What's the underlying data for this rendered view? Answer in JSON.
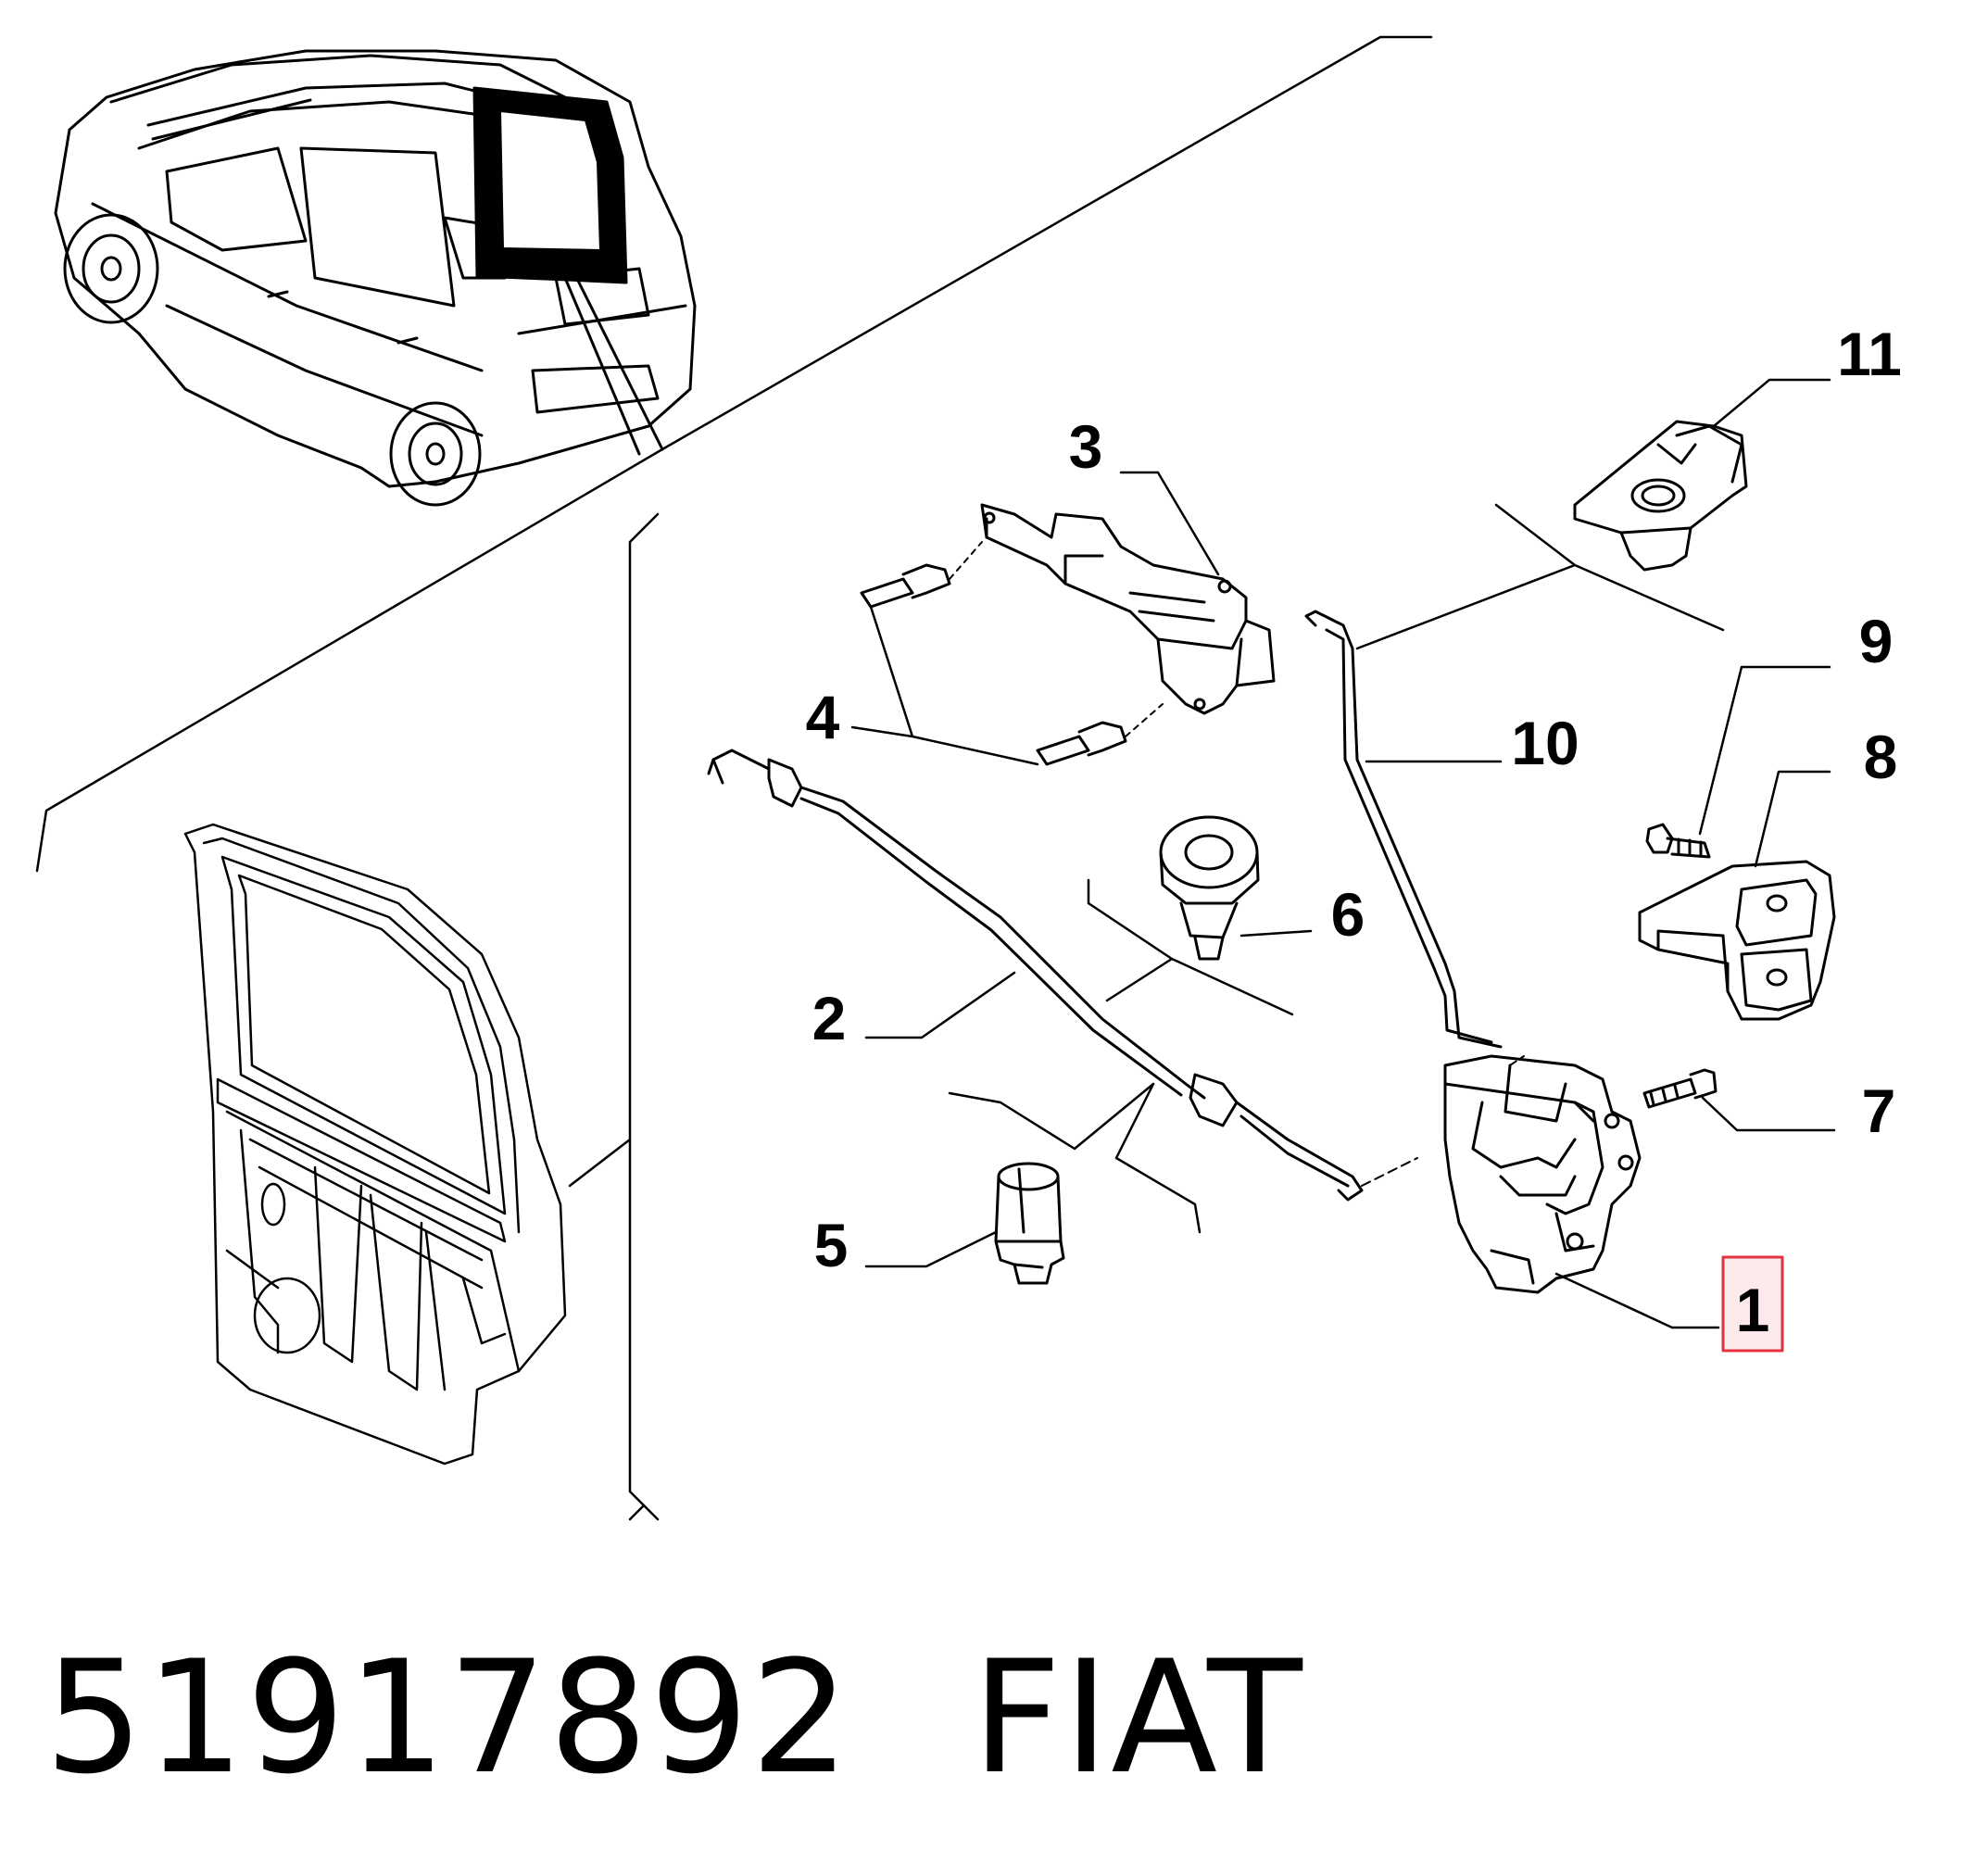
{
  "diagram": {
    "callouts": [
      {
        "id": "1",
        "label": "1",
        "highlighted": true
      },
      {
        "id": "2",
        "label": "2"
      },
      {
        "id": "3",
        "label": "3"
      },
      {
        "id": "4",
        "label": "4"
      },
      {
        "id": "5",
        "label": "5"
      },
      {
        "id": "6",
        "label": "6"
      },
      {
        "id": "7",
        "label": "7"
      },
      {
        "id": "8",
        "label": "8"
      },
      {
        "id": "9",
        "label": "9"
      },
      {
        "id": "10",
        "label": "10"
      },
      {
        "id": "11",
        "label": "11"
      }
    ],
    "highlight_color": "#e3323f"
  },
  "caption": {
    "part_number": "51917892",
    "brand": "FIAT"
  }
}
